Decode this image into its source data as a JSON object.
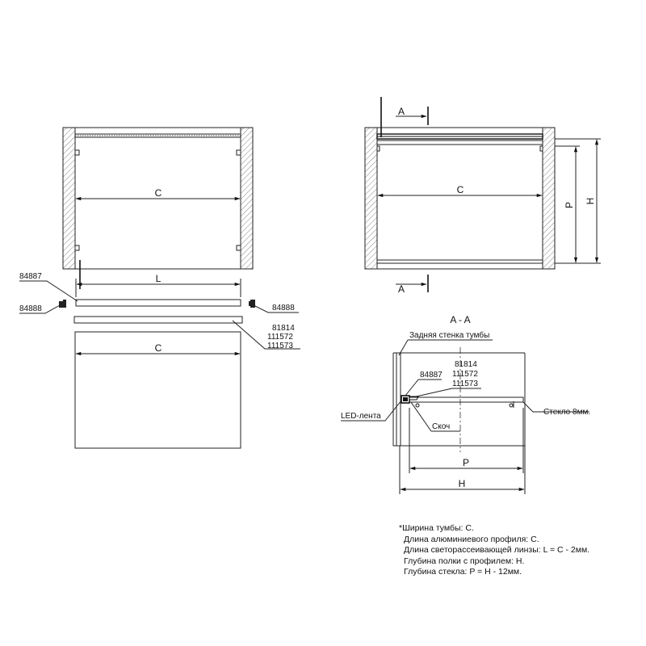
{
  "front_view": {
    "dim_c": "C"
  },
  "exploded": {
    "dim_l": "L",
    "dim_c": "C",
    "part_profile": "84887",
    "part_endcap_left": "84888",
    "part_endcap_right": "84888",
    "part_lens_1": "81814",
    "part_lens_2": "111572",
    "part_lens_3": "111573"
  },
  "top_view": {
    "section_top": "A",
    "section_bottom": "A",
    "dim_c": "C",
    "dim_p": "P",
    "dim_h": "H"
  },
  "section": {
    "title": "A - A",
    "back_wall": "Задняя стенка тумбы",
    "lens_1": "81814",
    "lens_2": "111572",
    "lens_3": "111573",
    "profile": "84887",
    "led": "LED-лента",
    "tape": "Скоч",
    "glass": "Стекло 8мм.",
    "dim_p": "P",
    "dim_h": "H"
  },
  "notes": [
    "*Ширина тумбы: С.",
    "Длина алюминиевого профиля: С.",
    "Длина светорассеивающей линзы: L = C - 2мм.",
    "Глубина полки с профилем: Н.",
    "Глубина стекла: P = H - 12мм."
  ]
}
